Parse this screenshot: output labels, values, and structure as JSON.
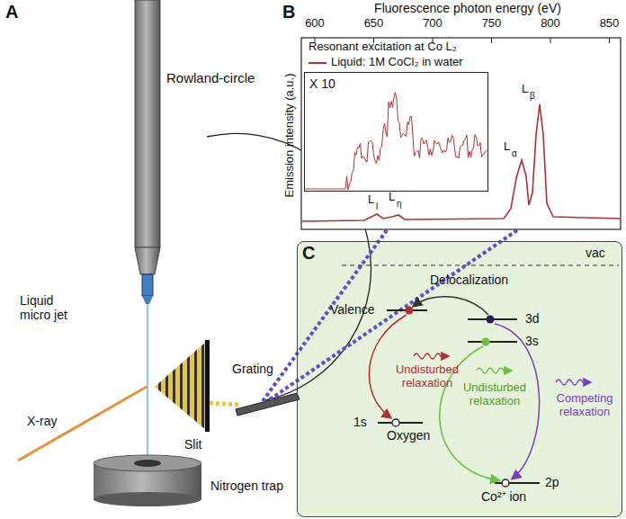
{
  "diagram": {
    "nodes": [
      {
        "text": [
          "X 10"
        ]
      },
      {
        "text": [
          "C"
        ]
      }
    ],
    "labels": [
      "A",
      "Rowland-circle",
      "Liquid micro jet",
      "X-ray",
      "Slit",
      "Grating",
      "Nitrogen trap",
      "B",
      "Fluorescence photon energy (eV)",
      "600",
      "650",
      "700",
      "750",
      "800",
      "850",
      "Emission intensity (a.u.)",
      "Resonant excitation at Co L₂",
      "L",
      "l",
      "L",
      "η",
      "L",
      "α",
      "L",
      "β",
      "Delocalization",
      "vac",
      "Valence",
      "3d",
      "3s",
      "1s",
      "Oxygen",
      "2p",
      "Co²⁺ ion",
      "Undisturbed relaxation",
      "Undisturbed relaxation",
      "Competing relaxation"
    ],
    "legend": [
      {
        "text": "Liquid: 1M CoCl₂ in water"
      }
    ]
  }
}
